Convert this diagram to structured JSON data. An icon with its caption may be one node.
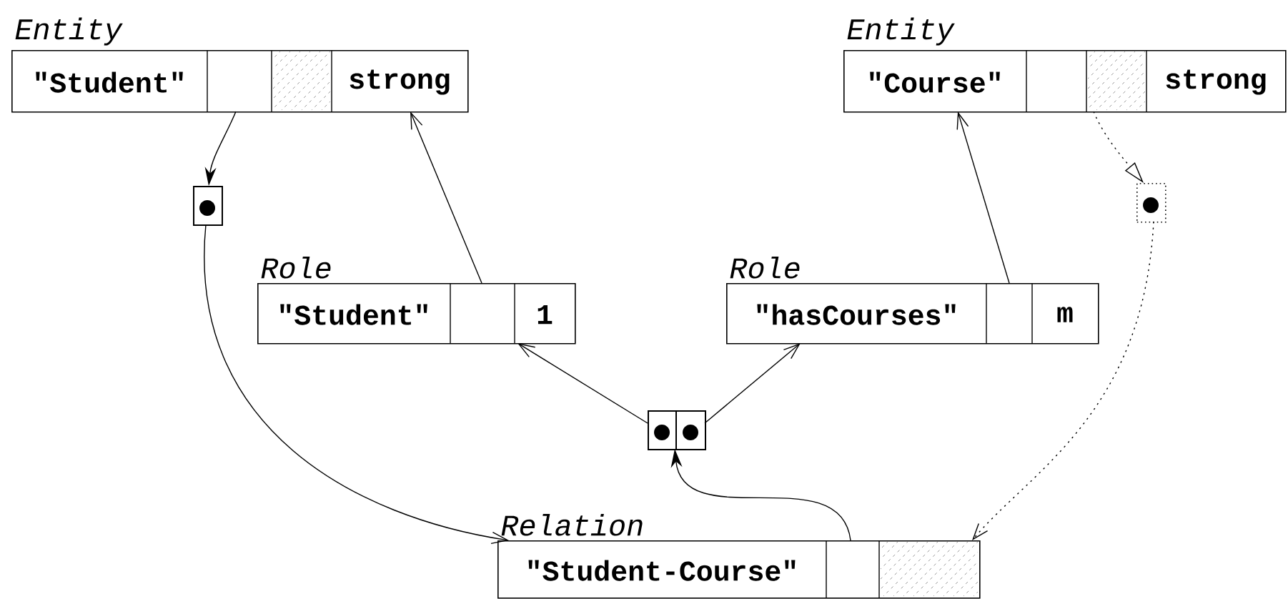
{
  "diagram": {
    "nodes": [
      {
        "text": [
          "Entity",
          "\"Student\"",
          "strong"
        ]
      },
      {
        "text": [
          "Entity",
          "\"Course\"",
          "strong"
        ]
      },
      {
        "text": [],
        "shape": "box"
      },
      {
        "text": [],
        "shape": "box"
      },
      {
        "text": [
          "Role",
          "\"Student\"",
          "1"
        ]
      },
      {
        "text": [
          "Role",
          "\"hasCourses\"",
          "m"
        ]
      },
      {
        "text": [],
        "shape": "box"
      },
      {
        "text": [
          "Relation",
          "\"Student-Course\""
        ]
      }
    ],
    "edges": [
      {
        "from": 0,
        "to": 2,
        "arrow": "to"
      },
      {
        "from": 2,
        "to": 7,
        "arrow": "to"
      },
      {
        "from": 4,
        "to": 0,
        "arrow": "to"
      },
      {
        "from": 5,
        "to": 1,
        "arrow": "to"
      },
      {
        "from": 6,
        "to": 4,
        "arrow": "to"
      },
      {
        "from": 6,
        "to": 5,
        "arrow": "to"
      },
      {
        "from": 7,
        "to": 6,
        "arrow": "to"
      },
      {
        "from": 1,
        "to": 3,
        "arrow": "to",
        "style": "dashed"
      },
      {
        "from": 3,
        "to": 7,
        "arrow": "to",
        "style": "dashed"
      }
    ]
  }
}
